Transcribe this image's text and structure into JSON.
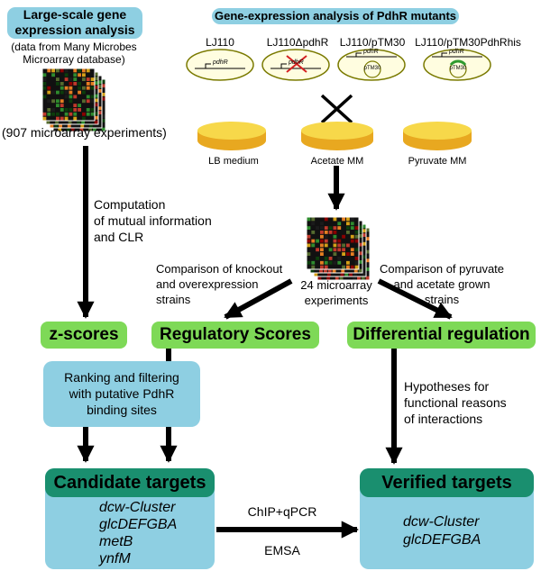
{
  "left_panel": {
    "title_line1": "Large-scale gene",
    "title_line2": "expression analysis",
    "source_line1": "(data from Many Microbes",
    "source_line2": "Microarray database)",
    "count": "(907 microarray experiments)"
  },
  "right_panel": {
    "title": "Gene-expression analysis of PdhR mutants",
    "strains": [
      "LJ110",
      "LJ110ΔpdhR",
      "LJ110/pTM30",
      "LJ110/pTM30PdhRhis"
    ],
    "gene_label": "pdhR",
    "plasmid_label": "pTM30",
    "media": [
      "LB medium",
      "Acetate MM",
      "Pyruvate MM"
    ]
  },
  "center": {
    "experiments_line1": "24 microarray",
    "experiments_line2": "experiments",
    "compare_left_line1": "Comparison of knockout",
    "compare_left_line2": "and overexpression",
    "compare_left_line3": "strains",
    "compare_right_line1": "Comparison of pyruvate",
    "compare_right_line2": "and acetate grown",
    "compare_right_line3": "strains"
  },
  "computation": {
    "line1": "Computation",
    "line2": "of mutual information",
    "line3": "and CLR"
  },
  "scores": {
    "zscores": "z-scores",
    "regulatory": "Regulatory Scores",
    "differential": "Differential regulation"
  },
  "ranking": {
    "line1": "Ranking and filtering",
    "line2": "with putative PdhR",
    "line3": "binding sites"
  },
  "hypotheses": {
    "line1": "Hypotheses for",
    "line2": "functional reasons",
    "line3": "of interactions"
  },
  "candidate": {
    "title": "Candidate targets",
    "items": [
      "dcw-Cluster",
      "glcDEFGBA",
      "metB",
      "ynfM"
    ]
  },
  "verified": {
    "title": "Verified targets",
    "items": [
      "dcw-Cluster",
      "glcDEFGBA"
    ]
  },
  "methods": {
    "top": "ChIP+qPCR",
    "bottom": "EMSA"
  },
  "colors": {
    "pill_blue": "#8ecfe2",
    "green": "#7ed957",
    "teal": "#1a8f6f",
    "plate_yellow": "#f2c12e",
    "cell_fill": "#fffde0",
    "cell_stroke": "#7a7a00"
  }
}
